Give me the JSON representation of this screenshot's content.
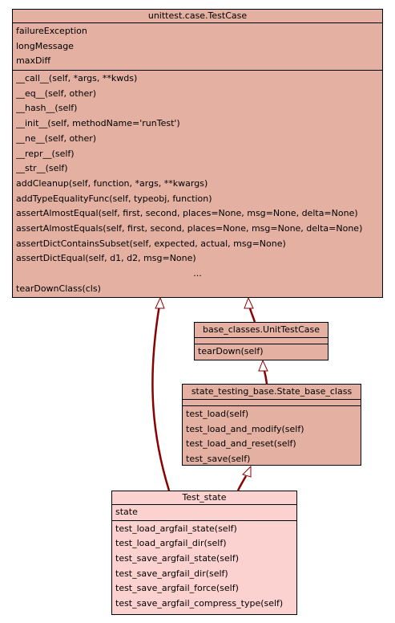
{
  "classes": {
    "testcase": {
      "name": "unittest.case.TestCase",
      "attributes": [
        "failureException",
        "longMessage",
        "maxDiff"
      ],
      "methods": [
        "__call__(self, *args, **kwds)",
        "__eq__(self, other)",
        "__hash__(self)",
        "__init__(self, methodName='runTest')",
        "__ne__(self, other)",
        "__repr__(self)",
        "__str__(self)",
        "addCleanup(self, function, *args, **kwargs)",
        "addTypeEqualityFunc(self, typeobj, function)",
        "assertAlmostEqual(self, first, second, places=None, msg=None, delta=None)",
        "assertAlmostEquals(self, first, second, places=None, msg=None, delta=None)",
        "assertDictContainsSubset(self, expected, actual, msg=None)",
        "assertDictEqual(self, d1, d2, msg=None)"
      ],
      "ellipsis": "...",
      "last_method": "tearDownClass(cls)"
    },
    "unittestcase": {
      "name": "base_classes.UnitTestCase",
      "methods": [
        "tearDown(self)"
      ]
    },
    "statebase": {
      "name": "state_testing_base.State_base_class",
      "methods": [
        "test_load(self)",
        "test_load_and_modify(self)",
        "test_load_and_reset(self)",
        "test_save(self)"
      ]
    },
    "teststate": {
      "name": "Test_state",
      "attributes": [
        "state"
      ],
      "methods": [
        "test_load_argfail_state(self)",
        "test_load_argfail_dir(self)",
        "test_save_argfail_state(self)",
        "test_save_argfail_dir(self)",
        "test_save_argfail_force(self)",
        "test_save_argfail_compress_type(self)"
      ]
    }
  },
  "colors": {
    "base_fill": "#e3b0a2",
    "focus_fill": "#fcd2d0",
    "edge": "#8b0000"
  }
}
